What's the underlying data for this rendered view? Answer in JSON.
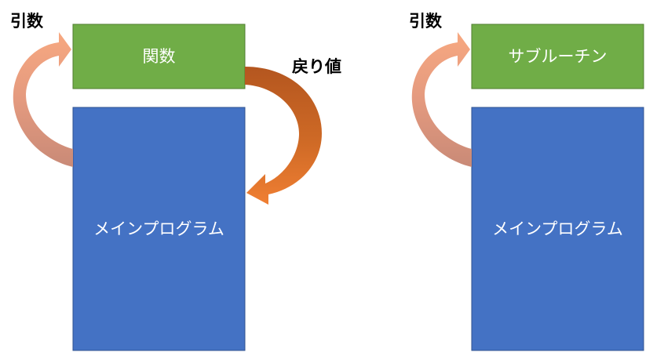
{
  "left_diagram": {
    "function_label": "関数",
    "main_label": "メインプログラム",
    "argument_label": "引数",
    "return_label": "戻り値"
  },
  "right_diagram": {
    "subroutine_label": "サブルーチン",
    "main_label": "メインプログラム",
    "argument_label": "引数"
  },
  "colors": {
    "function_box": "#70AD47",
    "function_box_border": "#507E32",
    "main_box": "#4472C4",
    "main_box_border": "#2F528F",
    "argument_arrow": "#F4A582",
    "return_arrow": "#ED7D31",
    "return_arrow_dark": "#B8561B"
  }
}
